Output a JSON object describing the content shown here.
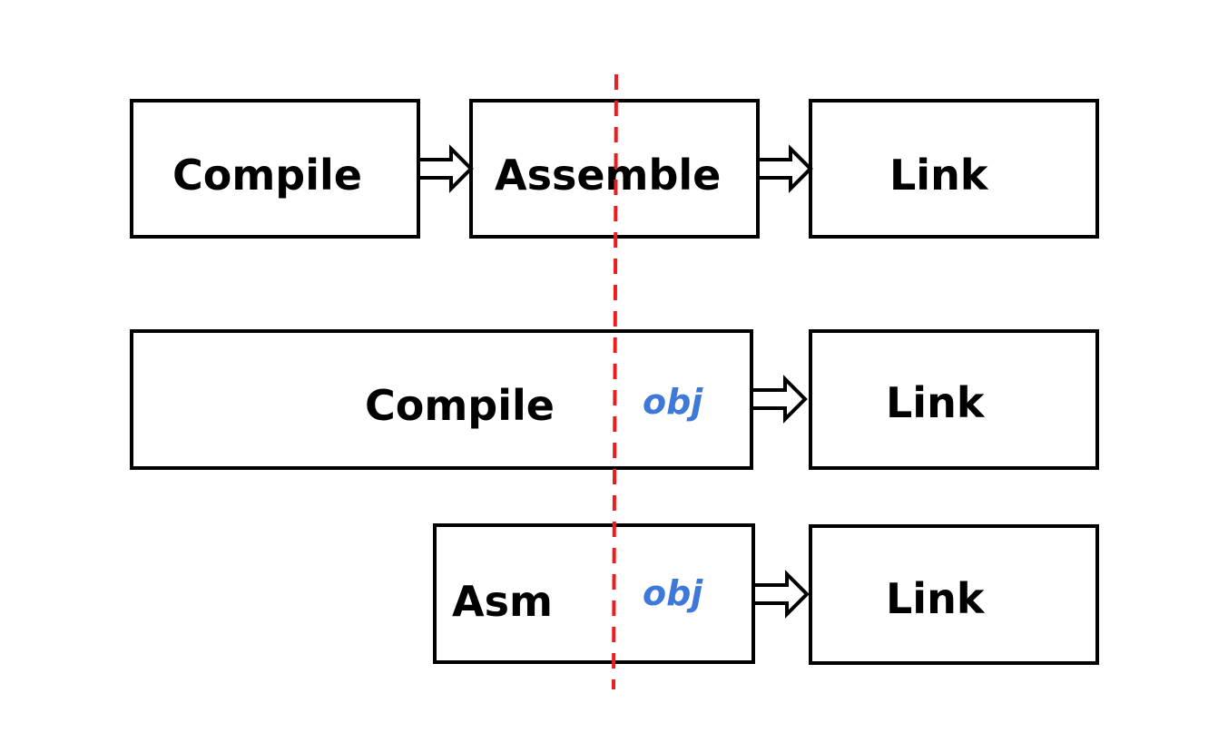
{
  "colors": {
    "box_border": "#000000",
    "label_text": "#000000",
    "obj_text": "#3e78d8",
    "divider": "#ee1c1c"
  },
  "row1": {
    "compile_label": "Compile",
    "assemble_label": "Assemble",
    "link_label": "Link"
  },
  "row2": {
    "compile_label": "Compile",
    "obj_label": "obj",
    "link_label": "Link"
  },
  "row3": {
    "asm_label": "Asm",
    "obj_label": "obj",
    "link_label": "Link"
  }
}
